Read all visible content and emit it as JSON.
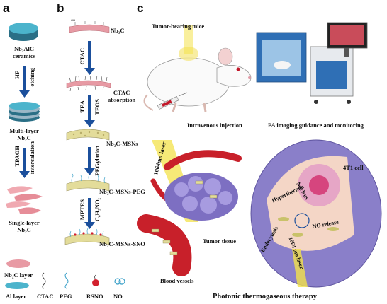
{
  "panels": {
    "a": "a",
    "b": "b",
    "c": "c"
  },
  "panel_a": {
    "step1": "Nb₂AlC\nceramics",
    "arrow1_left": "HF",
    "arrow1_right": "etching",
    "step2": "Multi-layer\nNb₂C",
    "arrow2_left": "TPAOH",
    "arrow2_right": "intercalation",
    "step3": "Single-layer\nNb₂C"
  },
  "panel_b": {
    "oh_group": "OH",
    "s1": "Nb₂C",
    "arrow1": "CTAC",
    "s2": "CTAC\nabsorption",
    "arrow2_left": "TEA",
    "arrow2_right": "TEOS",
    "s3": "Nb₂C-MSNs",
    "arrow3": "PEGylation",
    "s4": "Nb₂C-MSNs-PEG",
    "arrow4_left": "MPTES",
    "arrow4_right": "C₆H₅NO₂",
    "s5": "Nb₂C-MSNs-SNO"
  },
  "panel_c": {
    "mice": "Tumor-bearing mice",
    "injection": "Intravenous injection",
    "pa": "PA imaging  guidance and monitoring",
    "laser_top": "1064nm laser",
    "tumor": "Tumor tissue",
    "vessels": "Blood vessels",
    "cell": "4T1 cell",
    "nucleus": "Nucleus",
    "hyperthermia": "Hyperthermia",
    "no_release": "NO release",
    "endocytosis": "Endocytosis",
    "laser_cell": "1064 nm laser",
    "therapy": "Photonic thermogaseous therapy"
  },
  "legend": {
    "nb2c_layer": "Nb₂C layer",
    "al_layer": "Al layer",
    "ctac": "CTAC",
    "peg": "PEG",
    "rsno": "RSNO",
    "no": "NO"
  },
  "colors": {
    "arrow": "#1b4f9c",
    "nb2c": "#e89aa4",
    "ceramic": "#4aa7bd",
    "cell_membrane": "#8a7fc9",
    "vessel": "#c8202a",
    "laser": "#f2e24a"
  }
}
